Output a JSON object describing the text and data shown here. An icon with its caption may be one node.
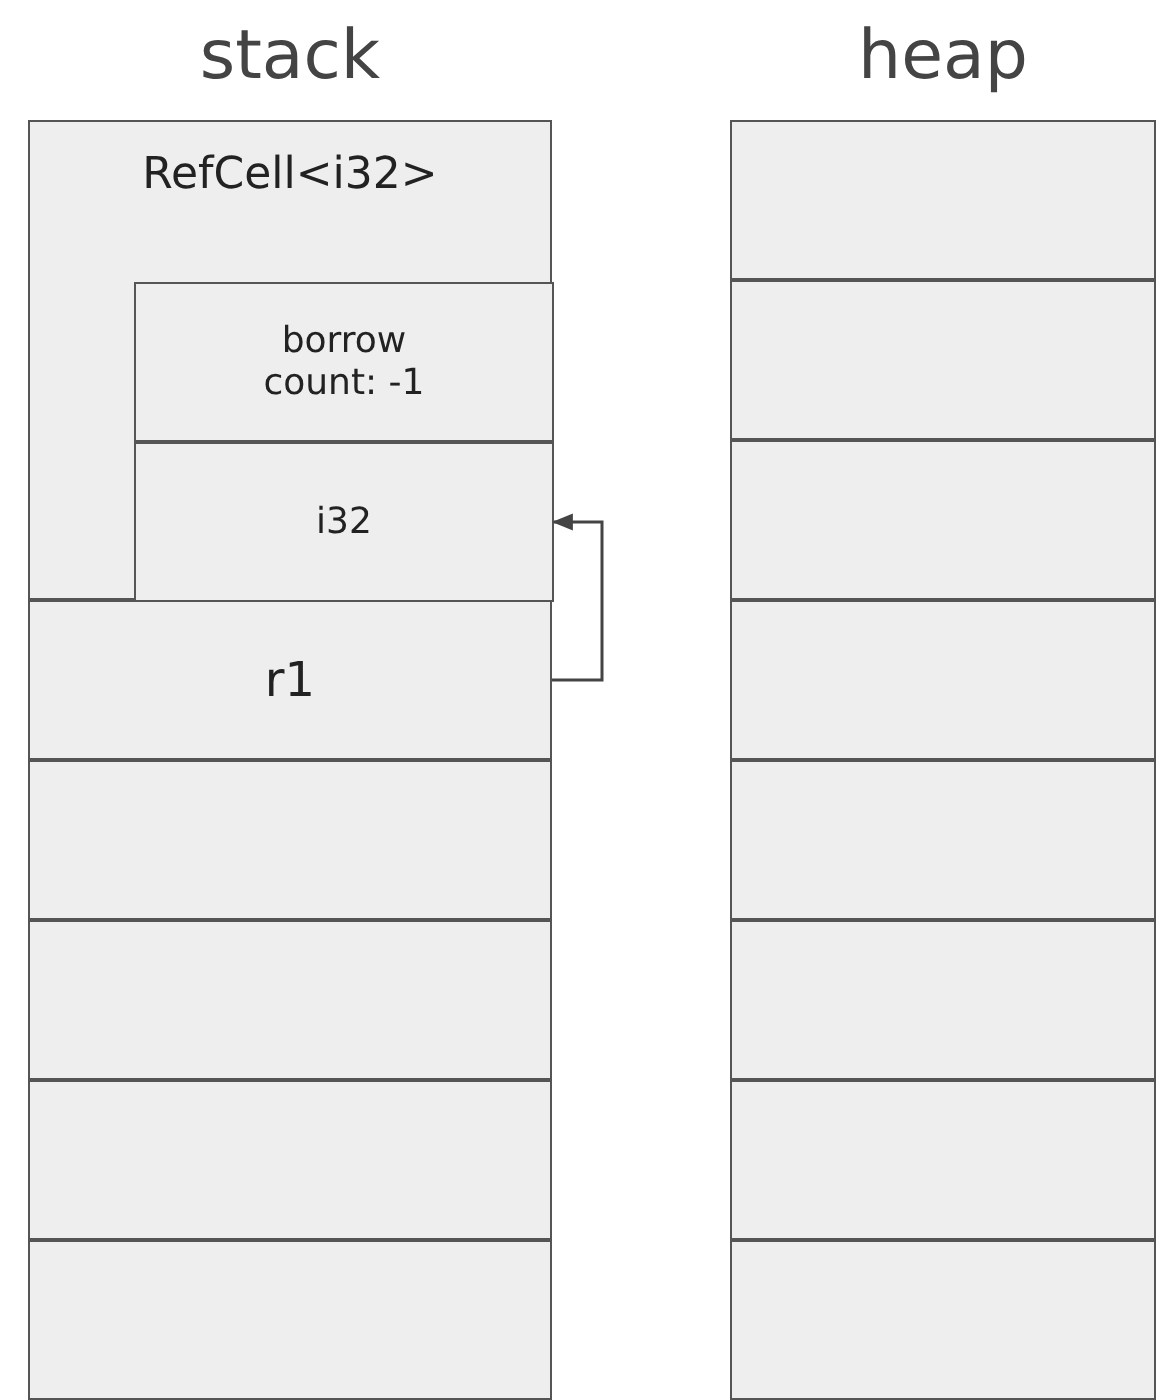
{
  "diagram": {
    "nodes": [
      {
        "text": [
          "stack"
        ]
      },
      {
        "text": [
          "RefCell<i32>"
        ],
        "in": 0
      },
      {
        "text": [
          "borrow count: -1"
        ],
        "in": 1
      },
      {
        "text": [
          "i32"
        ],
        "in": 1
      },
      {
        "text": [
          "r1"
        ],
        "in": 0
      },
      {
        "text": [],
        "shape": "box",
        "in": 0
      },
      {
        "text": [],
        "shape": "box",
        "in": 0
      },
      {
        "text": [],
        "shape": "box",
        "in": 0
      },
      {
        "text": [],
        "shape": "box",
        "in": 0
      },
      {
        "text": [
          "heap"
        ]
      },
      {
        "text": [],
        "shape": "box",
        "in": 9
      },
      {
        "text": [],
        "shape": "box",
        "in": 9
      },
      {
        "text": [],
        "shape": "box",
        "in": 9
      },
      {
        "text": [],
        "shape": "box",
        "in": 9
      },
      {
        "text": [],
        "shape": "box",
        "in": 9
      },
      {
        "text": [],
        "shape": "box",
        "in": 9
      },
      {
        "text": [],
        "shape": "box",
        "in": 9
      },
      {
        "text": [],
        "shape": "box",
        "in": 9
      }
    ],
    "edges": [
      {
        "from": 4,
        "to": 3,
        "arrow": "to"
      }
    ]
  }
}
